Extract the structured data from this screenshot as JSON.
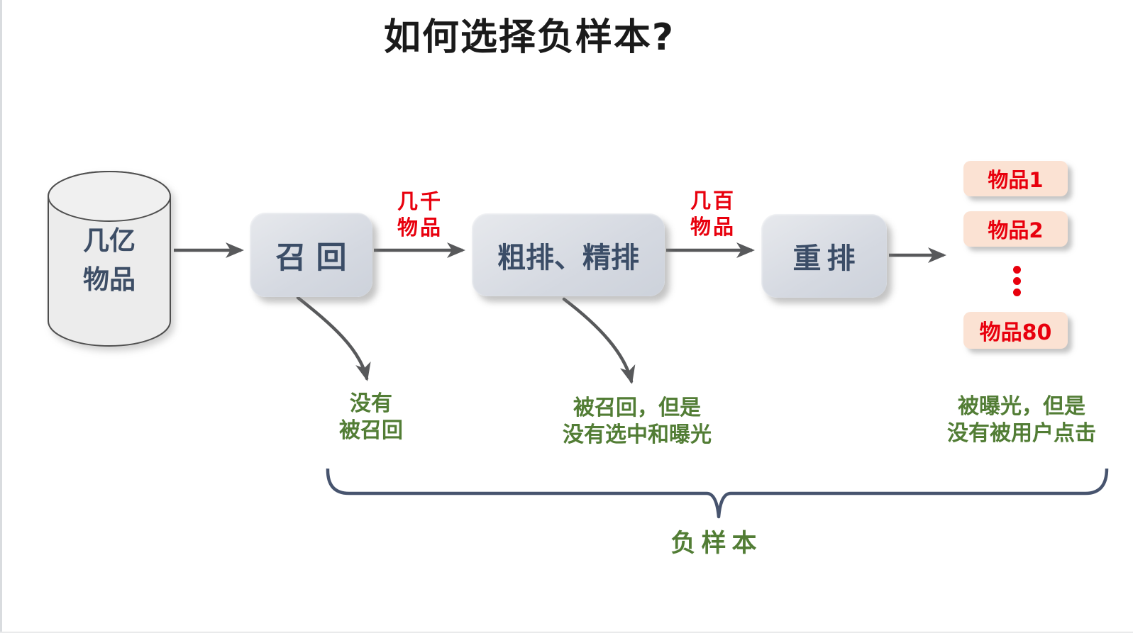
{
  "title": "如何选择负样本?",
  "pipeline": {
    "source": {
      "label": "几亿\n物品"
    },
    "stages": [
      {
        "label": "召回"
      },
      {
        "label": "粗排、精排"
      },
      {
        "label": "重排"
      }
    ],
    "edge_labels": [
      {
        "text": "几千\n物品"
      },
      {
        "text": "几百\n物品"
      }
    ],
    "results": {
      "items": [
        {
          "label": "物品1"
        },
        {
          "label": "物品2"
        },
        {
          "label": "物品80"
        }
      ],
      "ellipsis": "⋮"
    }
  },
  "annotations": {
    "after_recall": "没有\n被召回",
    "after_ranking": "被召回，但是\n没有选中和曝光",
    "after_exposure": "被曝光，但是\n没有被用户点击",
    "brace_label": "负样本"
  },
  "colors": {
    "title_black": "#1a1a1a",
    "stage_text_navy": "#3b4d67",
    "highlight_red": "#e8000d",
    "annotation_green": "#527d35",
    "item_chip_bg": "#fbe2d3",
    "stage_box_bg": "#d5d9e1",
    "cylinder_bg": "#ececec",
    "arrow_gray": "#58595b",
    "brace_slate": "#47546e"
  }
}
